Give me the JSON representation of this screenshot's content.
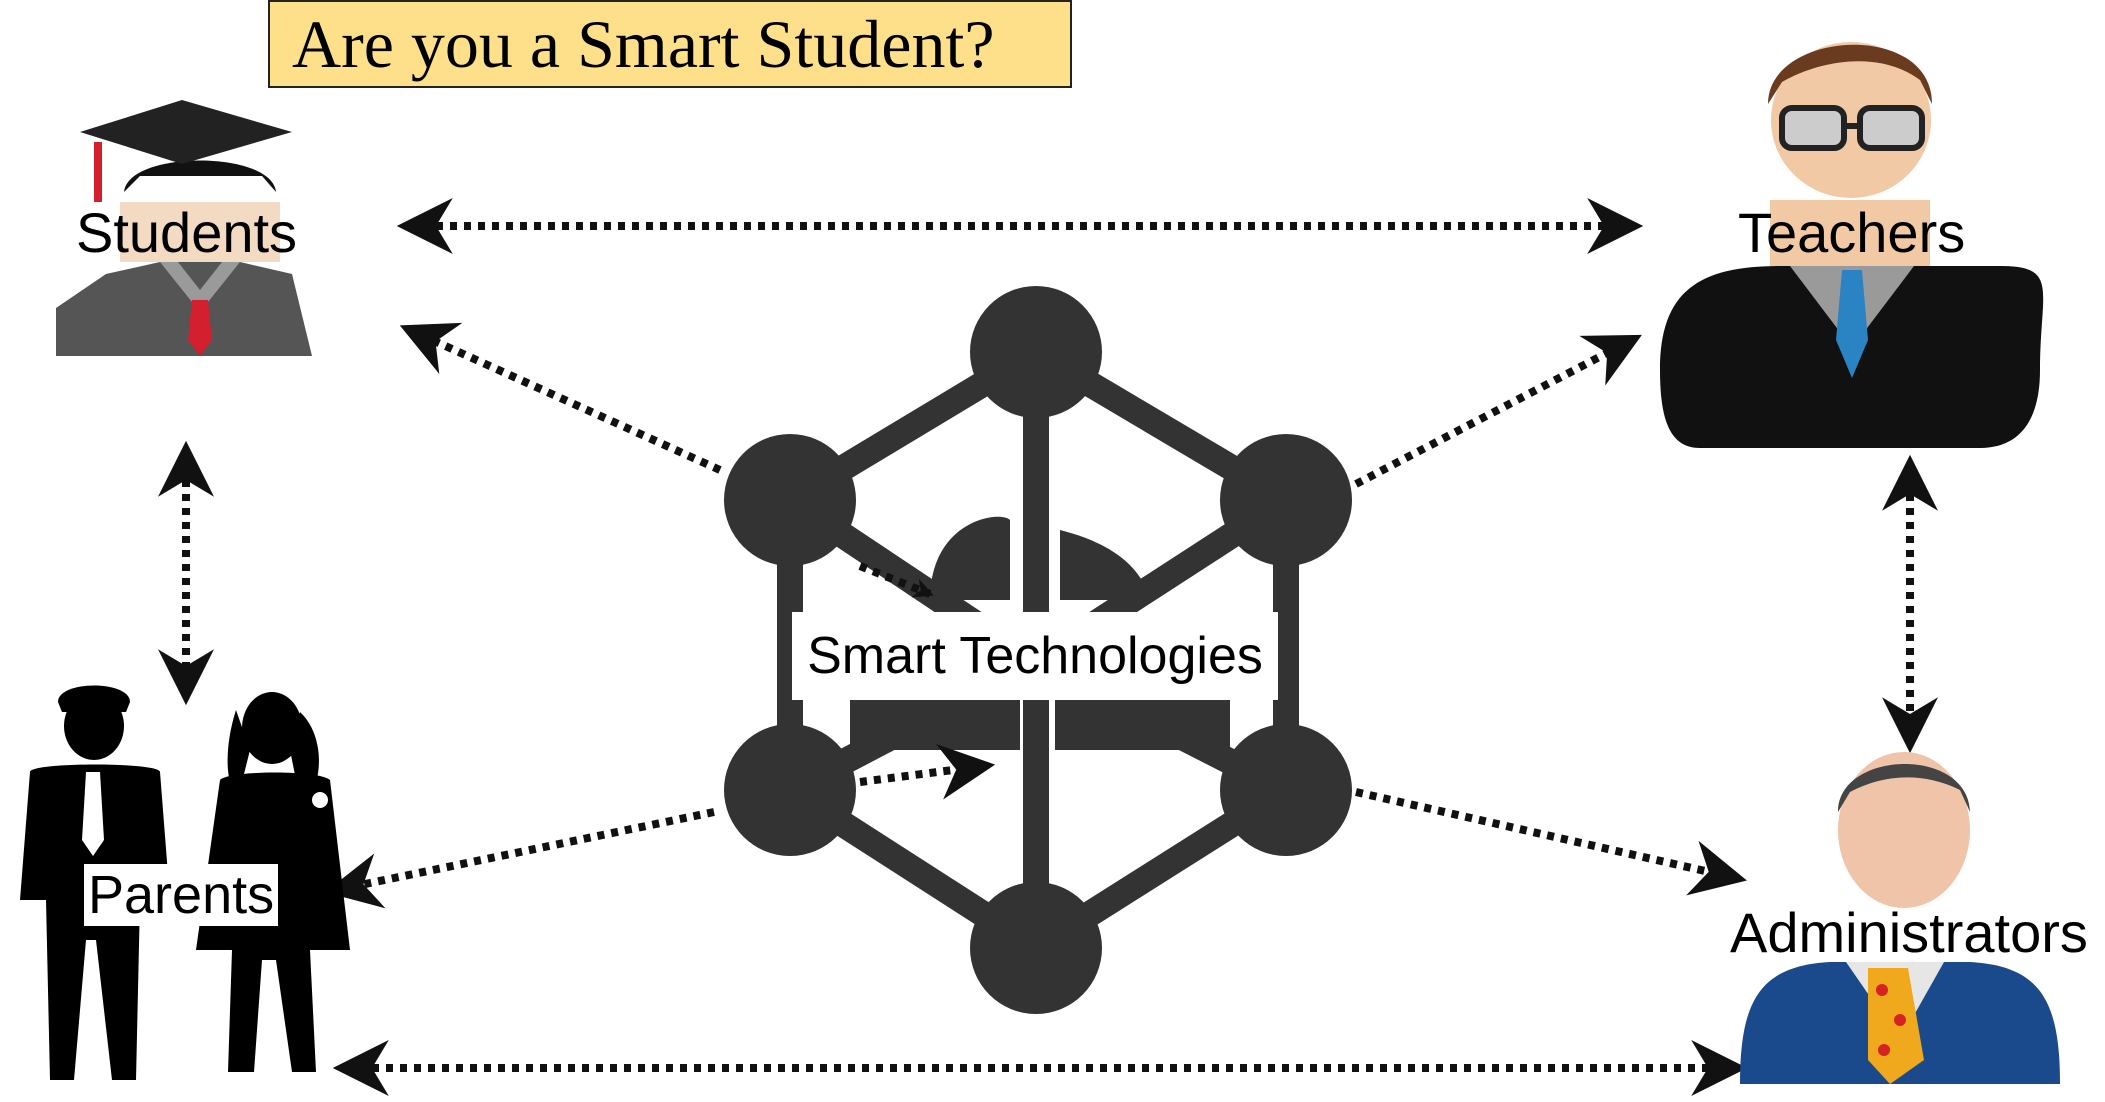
{
  "title": "Are you a Smart Student?",
  "nodes": {
    "students": "Students",
    "teachers": "Teachers",
    "parents": "Parents",
    "administrators": "Administrators",
    "center": "Smart Technologies"
  },
  "colors": {
    "title_background": "#ffe08a",
    "hub": "#333333",
    "arrow": "#111111"
  },
  "icons": {
    "students": "graduate-icon",
    "teachers": "teacher-icon",
    "parents": "parents-icon",
    "administrators": "administrator-icon",
    "center": "network-hub-icon"
  }
}
